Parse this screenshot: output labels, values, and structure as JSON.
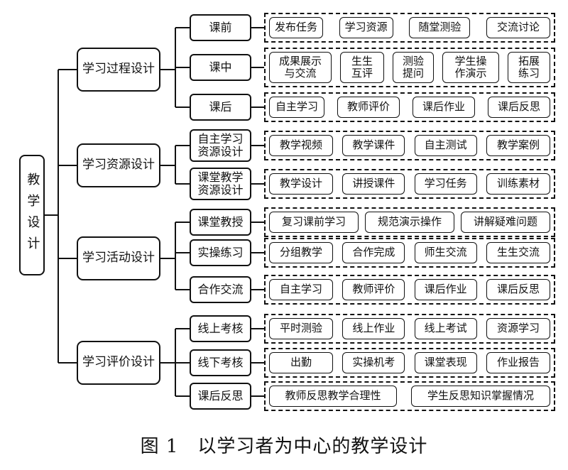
{
  "caption": "图 1　以学习者为中心的教学设计",
  "root": {
    "label": "教学设计"
  },
  "categories": [
    {
      "label": "学习过程设计",
      "subs": [
        {
          "label": "课前",
          "items": [
            "发布任务",
            "学习资源",
            "随堂测验",
            "交流讨论"
          ]
        },
        {
          "label": "课中",
          "items": [
            "成果展示\n与交流",
            "生生\n互评",
            "测验\n提问",
            "学生操\n作演示",
            "拓展\n练习"
          ]
        },
        {
          "label": "课后",
          "items": [
            "自主学习",
            "教师评价",
            "课后作业",
            "课后反思"
          ]
        }
      ]
    },
    {
      "label": "学习资源设计",
      "subs": [
        {
          "label": "自主学习\n资源设计",
          "items": [
            "教学视频",
            "教学课件",
            "自主测试",
            "教学案例"
          ]
        },
        {
          "label": "课堂教学\n资源设计",
          "items": [
            "教学设计",
            "讲授课件",
            "学习任务",
            "训练素材"
          ]
        }
      ]
    },
    {
      "label": "学习活动设计",
      "subs": [
        {
          "label": "课堂教授",
          "items": [
            "复习课前学习",
            "规范演示操作",
            "讲解疑难问题"
          ]
        },
        {
          "label": "实操练习",
          "items": [
            "分组教学",
            "合作完成",
            "师生交流",
            "生生交流"
          ]
        },
        {
          "label": "合作交流",
          "items": [
            "自主学习",
            "教师评价",
            "课后作业",
            "课后反思"
          ]
        }
      ]
    },
    {
      "label": "学习评价设计",
      "subs": [
        {
          "label": "线上考核",
          "items": [
            "平时测验",
            "线上作业",
            "线上考试",
            "资源学习"
          ]
        },
        {
          "label": "线下考核",
          "items": [
            "出勤",
            "实操机考",
            "课堂表现",
            "作业报告"
          ]
        },
        {
          "label": "课后反思",
          "items": [
            "教师反思教学合理性",
            "学生反思知识掌握情况"
          ]
        }
      ]
    }
  ]
}
